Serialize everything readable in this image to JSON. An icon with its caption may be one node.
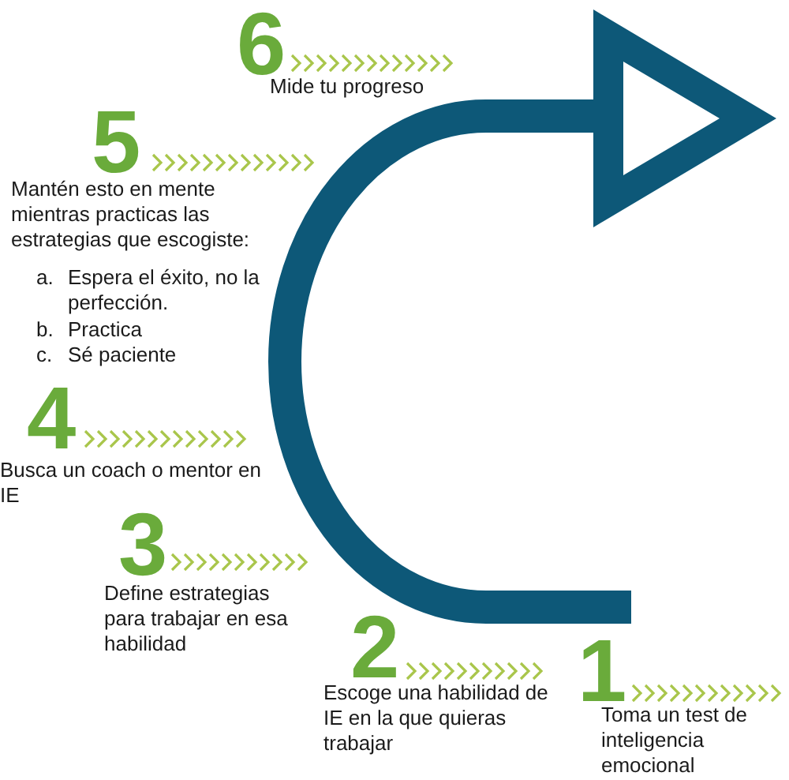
{
  "diagram": {
    "labels": [
      "6",
      "Mide tu progreso",
      "5",
      "Mantén esto en mente mientras practicas las estrategias que escogiste:",
      "a. Espera el éxito, no la perfección.",
      "b. Practica",
      "c. Sé paciente",
      "4",
      "Busca un coach o mentor en IE",
      "3",
      "Define estrategias para trabajar en esa habilidad",
      "2",
      "Escoge una habilidad de IE en la que quieras trabajar",
      "1",
      "Toma un test de inteligencia emocional"
    ]
  }
}
